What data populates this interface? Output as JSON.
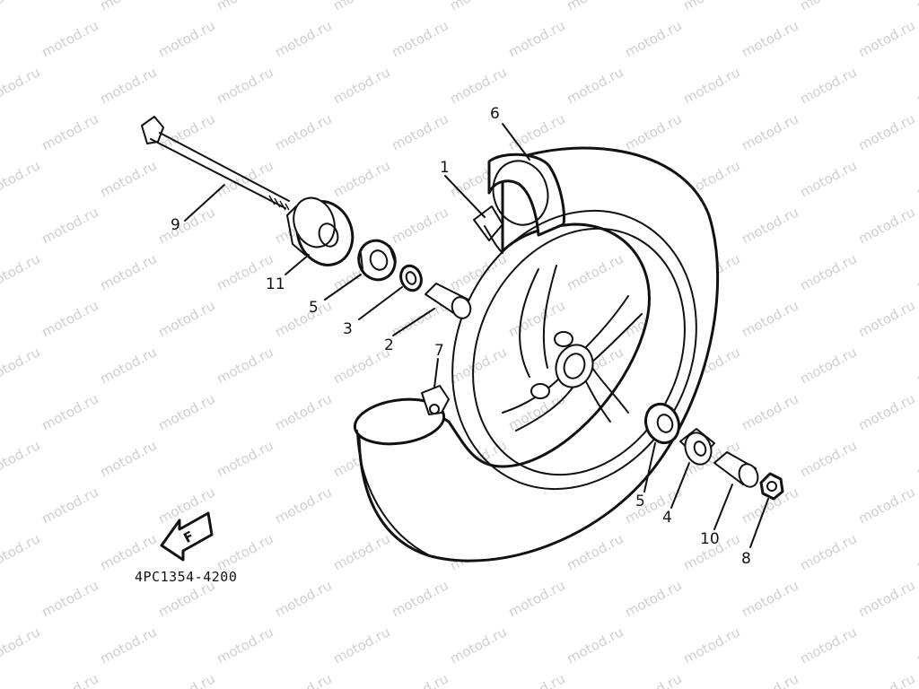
{
  "watermark": {
    "text": "motod.ru"
  },
  "diagram_code": "4PC1354-4200",
  "callouts": [
    {
      "id": "1",
      "text": "1"
    },
    {
      "id": "2",
      "text": "2"
    },
    {
      "id": "3",
      "text": "3"
    },
    {
      "id": "4",
      "text": "4"
    },
    {
      "id": "5a",
      "text": "5"
    },
    {
      "id": "5b",
      "text": "5"
    },
    {
      "id": "6",
      "text": "6"
    },
    {
      "id": "7",
      "text": "7"
    },
    {
      "id": "8",
      "text": "8"
    },
    {
      "id": "9",
      "text": "9"
    },
    {
      "id": "10",
      "text": "10"
    },
    {
      "id": "11",
      "text": "11"
    }
  ],
  "direction_arrow": {
    "icon": "front-arrow-icon",
    "text": "F"
  },
  "colors": {
    "ink": "#111111",
    "watermark": "#a9a9a9",
    "background": "#ffffff"
  }
}
